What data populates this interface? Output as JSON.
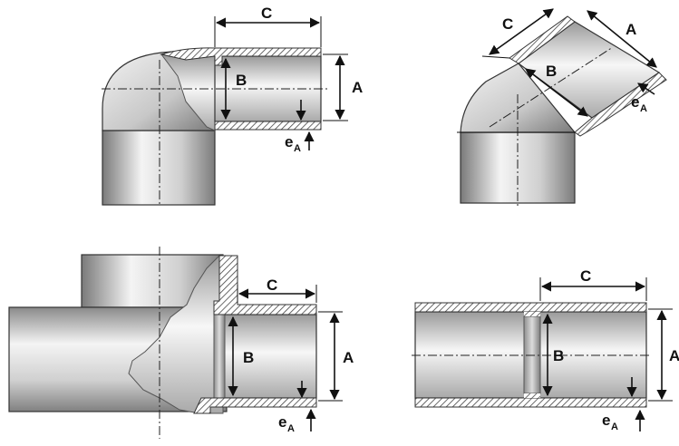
{
  "labels": {
    "socket_length": "C",
    "outer_diameter": "A",
    "inner_diameter": "B",
    "wall_thickness_main": "e",
    "wall_thickness_sub": "A"
  },
  "figures": [
    {
      "name": "elbow-90"
    },
    {
      "name": "elbow-45"
    },
    {
      "name": "tee"
    },
    {
      "name": "coupling"
    }
  ],
  "colors": {
    "pipe_light": "#f2f2f2",
    "pipe_mid": "#bdbdbd",
    "pipe_dark": "#6f6f6f",
    "hatch": "#444444"
  }
}
